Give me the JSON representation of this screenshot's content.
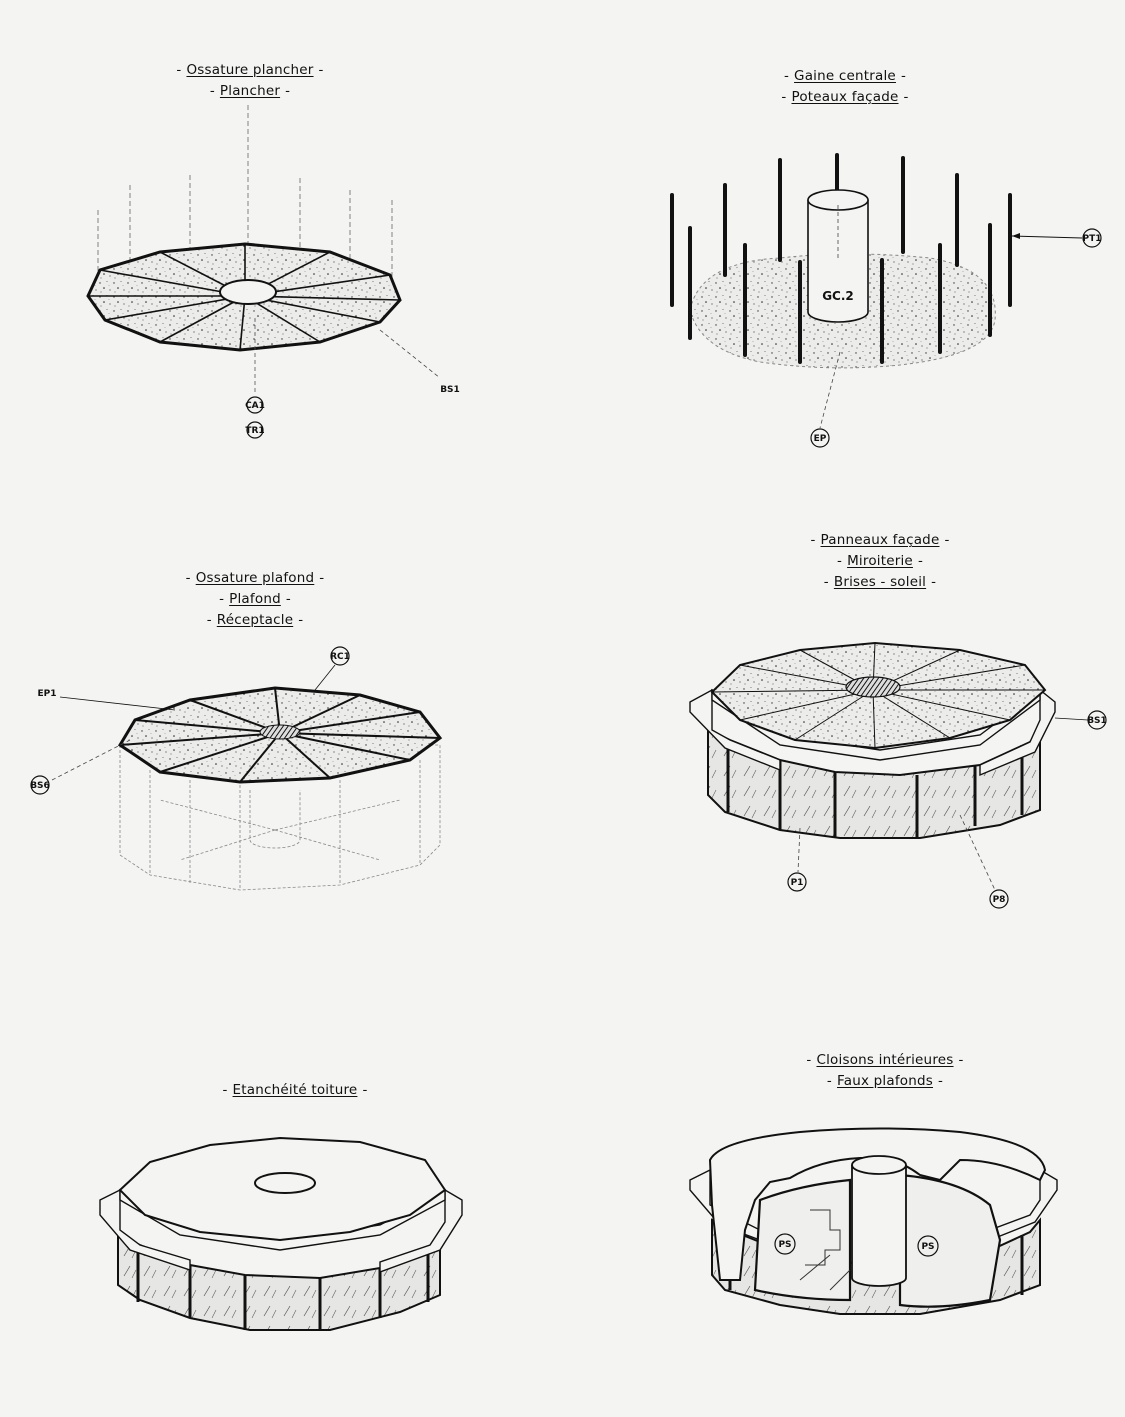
{
  "panels": {
    "p1": {
      "titles": [
        "Ossature plancher",
        "Plancher"
      ],
      "callouts": [
        "CA1",
        "TR1",
        "BS1"
      ]
    },
    "p2": {
      "titles": [
        "Gaine centrale",
        "Poteaux façade"
      ],
      "core_label": "GC.2",
      "callouts": [
        "PT1",
        "EP"
      ]
    },
    "p3": {
      "titles": [
        "Ossature plafond",
        "Plafond",
        "Réceptacle"
      ],
      "callouts": [
        "EP1",
        "RC1",
        "BS6"
      ]
    },
    "p4": {
      "titles": [
        "Panneaux façade",
        "Miroiterie",
        "Brises - soleil"
      ],
      "callouts": [
        "BS1",
        "P1",
        "P8"
      ]
    },
    "p5": {
      "titles": [
        "Etanchéité toiture"
      ]
    },
    "p6": {
      "titles": [
        "Cloisons intérieures",
        "Faux plafonds"
      ],
      "callouts": [
        "PS",
        "PS"
      ]
    }
  }
}
